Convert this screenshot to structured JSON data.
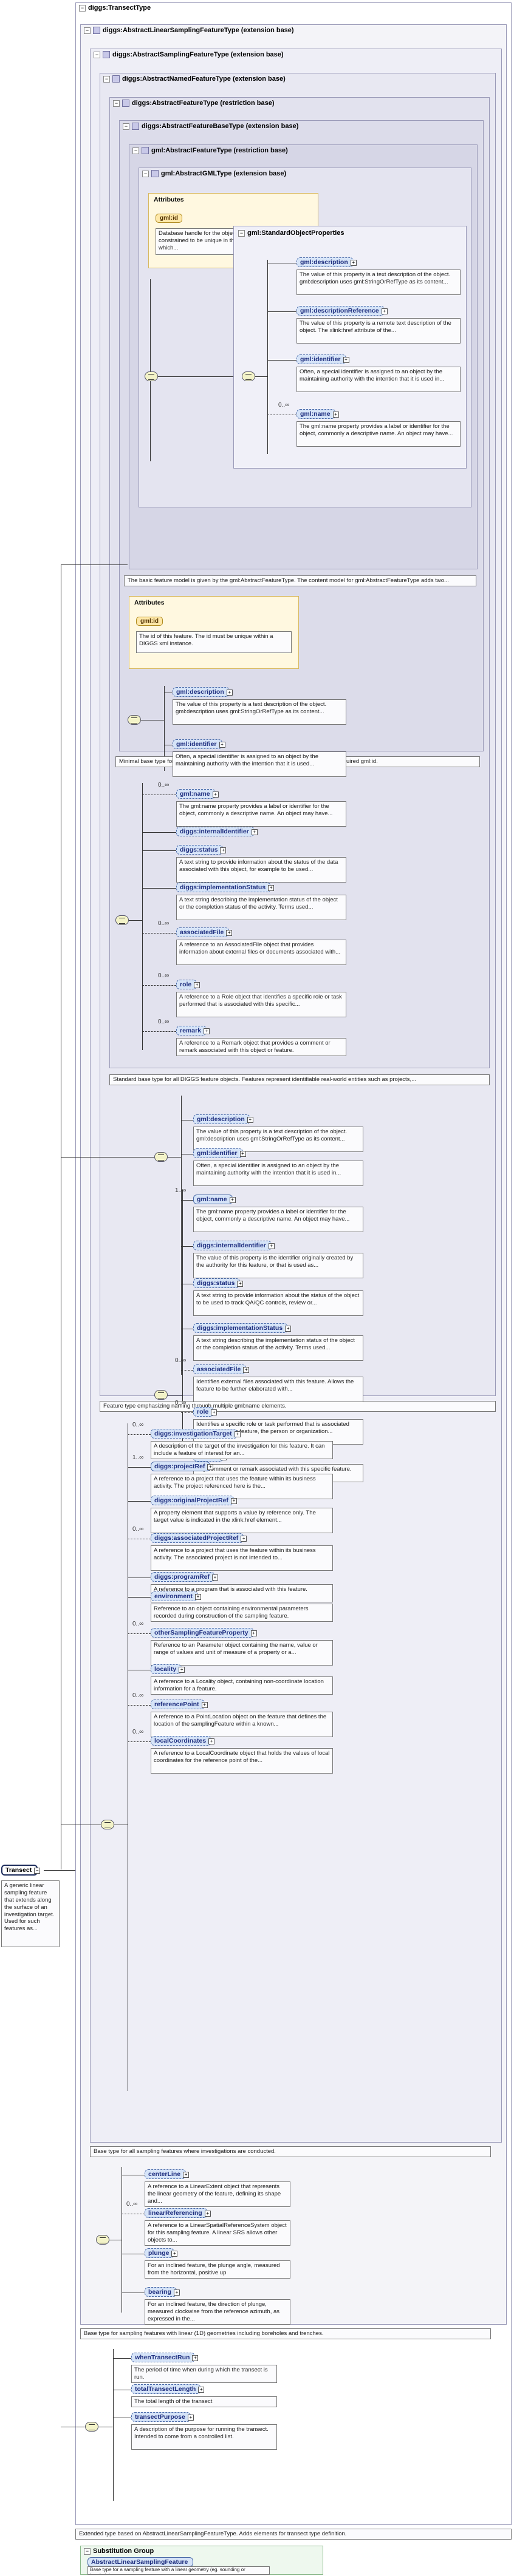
{
  "types": [
    "diggs:TransectType",
    "diggs:AbstractLinearSamplingFeatureType (extension base)",
    "diggs:AbstractSamplingFeatureType (extension base)",
    "diggs:AbstractNamedFeatureType (extension base)",
    "diggs:AbstractFeatureType (restriction base)",
    "diggs:AbstractFeatureBaseType (extension base)",
    "gml:AbstractFeatureType (restriction base)",
    "gml:AbstractGMLType (extension base)"
  ],
  "attributes_label": "Attributes",
  "gml_id": {
    "name": "gml:id",
    "desc": "Database handle for the object. It is of XML type ID, so is constrained to be unique in the XML document within which..."
  },
  "gml_standard": {
    "group": "gml:StandardObjectProperties",
    "items": [
      {
        "name": "gml:description",
        "desc": "The value of this property is a text description of the object. gml:description uses gml:StringOrRefType as its content...",
        "card": ""
      },
      {
        "name": "gml:descriptionReference",
        "desc": "The value of this property is a remote text description of the object. The xlink:href attribute of the...",
        "card": ""
      },
      {
        "name": "gml:identifier",
        "desc": "Often, a special identifier is assigned to an object by the maintaining authority with the intention that it is used in...",
        "card": ""
      },
      {
        "name": "gml:name",
        "desc": "The gml:name property provides a label or identifier for the object, commonly a descriptive name. An object may have...",
        "card": "0..∞"
      }
    ]
  },
  "feature_base_note": "The basic feature model is given by the gml:AbstractFeatureType. The content model for gml:AbstractFeatureType adds two...",
  "feature_base": {
    "attr_name": "gml:id",
    "attr_desc": "The id of this feature. The id must be unique within a DIGGS xml instance.",
    "items": [
      {
        "name": "gml:description",
        "desc": "The value of this property is a text description of the object. gml:description uses gml:StringOrRefType as its content..."
      },
      {
        "name": "gml:identifier",
        "desc": "Often, a special identifier is assigned to an object by the maintaining authority with the intention that it is used..."
      }
    ],
    "note": "Minimal base type for DIGGS features, providing only GML description, identifier, and required gml:id."
  },
  "feature_items": [
    {
      "name": "gml:name",
      "card": "0..∞",
      "desc": "The gml:name property provides a label or identifier for the object, commonly a descriptive name. An object may have..."
    },
    {
      "name": "diggs:internalIdentifier",
      "card": "",
      "desc": ""
    },
    {
      "name": "diggs:status",
      "card": "",
      "desc": "A text string to provide information about the status of the data associated with this object, for example to be used..."
    },
    {
      "name": "diggs:implementationStatus",
      "card": "",
      "desc": "A text string describing the implementation status of the object or the completion status of the activity. Terms used..."
    },
    {
      "name": "associatedFile",
      "card": "0..∞",
      "desc": "A reference to an AssociatedFile object that provides information about external files or documents associated with..."
    },
    {
      "name": "role",
      "card": "0..∞",
      "desc": "A reference to a Role object that identifies a specific role or task performed that is associated with this specific..."
    },
    {
      "name": "remark",
      "card": "0..∞",
      "desc": "A reference to a Remark object that provides a comment or remark associated with this object or feature."
    }
  ],
  "feature_note": "Standard base type for all DIGGS feature objects. Features represent identifiable real-world entities such as projects,...",
  "named_items": [
    {
      "name": "gml:description",
      "card": "",
      "desc": "The value of this property is a text description of the object. gml:description uses gml:StringOrRefType as its content..."
    },
    {
      "name": "gml:identifier",
      "card": "",
      "desc": "Often, a special identifier is assigned to an object by the maintaining authority with the intention that it is used in..."
    },
    {
      "name": "gml:name",
      "card": "1..∞",
      "desc": "The gml:name property provides a label or identifier for the object, commonly a descriptive name. An object may have..."
    },
    {
      "name": "diggs:internalIdentifier",
      "card": "",
      "desc": "The value of this property is the identifier originally created by the authority for this feature, or that is used as..."
    },
    {
      "name": "diggs:status",
      "card": "",
      "desc": "A text string to provide information about the status of the object to be used to track QA/QC controls, review or..."
    },
    {
      "name": "diggs:implementationStatus",
      "card": "",
      "desc": "A text string describing the implementation status of the object or the completion status of the activity. Terms used..."
    },
    {
      "name": "associatedFile",
      "card": "0..∞",
      "desc": "Identifies external files associated with this feature. Allows the feature to be further elaborated with..."
    },
    {
      "name": "role",
      "card": "0..∞",
      "desc": "Identifies a specific role or task performed that is associated with this specific feature, the person or organization..."
    },
    {
      "name": "remark",
      "card": "0..∞",
      "desc": "Any comment or remark associated with this specific feature."
    }
  ],
  "named_note": "Feature type emphasizing naming through multiple gml:name elements.",
  "sampling_items": [
    {
      "name": "diggs:investigationTarget",
      "card": "0..∞",
      "desc": "A description of the target of the investigation for this feature. It can include a feature of interest for an..."
    },
    {
      "name": "diggs:projectRef",
      "card": "1..∞",
      "desc": "A reference to a project that uses the feature within its business activity. The project referenced here is the..."
    },
    {
      "name": "diggs:originalProjectRef",
      "card": "",
      "desc": "A property element that supports a value by reference only. The target value is indicated in the xlink:href element..."
    },
    {
      "name": "diggs:associatedProjectRef",
      "card": "0..∞",
      "desc": "A reference to a project that uses the feature within its business activity. The associated project is not intended to..."
    },
    {
      "name": "diggs:programRef",
      "card": "",
      "desc": "A reference to a program that is associated with this feature."
    },
    {
      "name": "environment",
      "card": "",
      "desc": "Reference to an object containing environmental parameters recorded during construction of the sampling feature."
    },
    {
      "name": "otherSamplingFeatureProperty",
      "card": "0..∞",
      "desc": "Reference to an Parameter object containing the name, value or range of values and unit of measure of a property or a..."
    },
    {
      "name": "locality",
      "card": "",
      "desc": "A reference to a Locality object, containing non-coordinate location information for a feature."
    },
    {
      "name": "referencePoint",
      "card": "0..∞",
      "desc": "A reference to a PointLocation object on the feature that defines the location of the samplingFeature within a known..."
    },
    {
      "name": "localCoordinates",
      "card": "0..∞",
      "desc": "A reference to a LocalCoordinate object that holds the values of local coordinates for the reference point of the..."
    }
  ],
  "sampling_note": "Base type for all sampling features where investigations are conducted.",
  "linear_items": [
    {
      "name": "centerLine",
      "card": "",
      "desc": "A reference to a LinearExtent object that represents the linear geometry of the feature, defining its shape and..."
    },
    {
      "name": "linearReferencing",
      "card": "0..∞",
      "desc": "A reference to a LinearSpatialReferenceSystem object for this sampling feature. A linear SRS allows other objects to..."
    },
    {
      "name": "plunge",
      "card": "",
      "desc": "For an inclined feature, the plunge angle, measured from the horizontal, positive up"
    },
    {
      "name": "bearing",
      "card": "",
      "desc": "For an inclined feature, the direction of plunge, measured clockwise from the reference azimuth, as expressed in the..."
    }
  ],
  "linear_note": "Base type for sampling features with linear (1D) geometries including boreholes and trenches.",
  "transect_items": [
    {
      "name": "whenTransectRun",
      "desc": "The period of time when during which the transect is run."
    },
    {
      "name": "totalTransectLength",
      "desc": "The total length of the transect"
    },
    {
      "name": "transectPurpose",
      "desc": "A description of the purpose for running the transect. Intended to come from a controlled list."
    }
  ],
  "transect_note": "Extended type based on AbstractLinearSamplingFeatureType. Adds elements for transect type definition.",
  "root": {
    "name": "Transect",
    "desc": "A generic linear sampling feature that extends along the surface of an investigation target. Used for such features as..."
  },
  "subst": {
    "title": "Substitution Group",
    "name": "AbstractLinearSamplingFeature",
    "desc": "Base type for a sampling feature with a linear geometry (eg. sounding or borehole)."
  }
}
